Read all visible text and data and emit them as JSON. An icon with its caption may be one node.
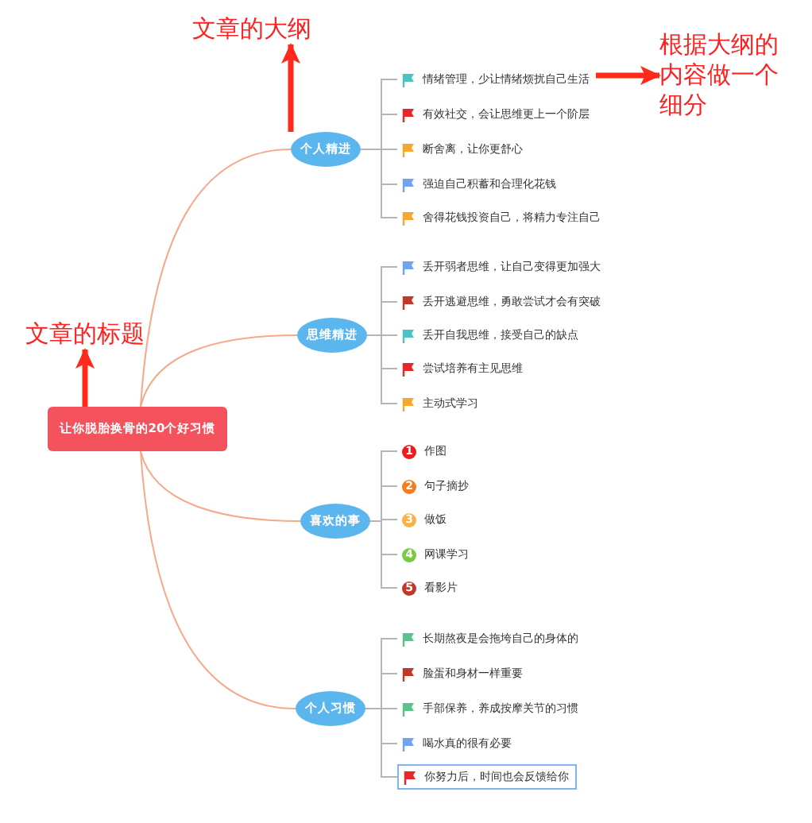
{
  "diagram": {
    "nodes": [
      {
        "text": [
          "让你脱胎换骨的20个好习惯"
        ]
      },
      {
        "text": [
          "个人精进"
        ]
      },
      {
        "text": [
          "情绪管理，少让情绪烦扰自己生活"
        ]
      },
      {
        "text": [
          "有效社交，会让思维更上一个阶层"
        ]
      },
      {
        "text": [
          "断舍离，让你更舒心"
        ]
      },
      {
        "text": [
          "强迫自己积蓄和合理化花钱"
        ]
      },
      {
        "text": [
          "舍得花钱投资自己，将精力专注自己"
        ]
      },
      {
        "text": [
          "思维精进"
        ]
      },
      {
        "text": [
          "丢开弱者思维，让自己变得更加强大"
        ]
      },
      {
        "text": [
          "丢开逃避思维，勇敢尝试才会有突破"
        ]
      },
      {
        "text": [
          "丢开自我思维，接受自己的缺点"
        ]
      },
      {
        "text": [
          "尝试培养有主见思维"
        ]
      },
      {
        "text": [
          "主动式学习"
        ]
      },
      {
        "text": [
          "喜欢的事"
        ]
      },
      {
        "text": [
          "作图"
        ]
      },
      {
        "text": [
          "句子摘抄"
        ]
      },
      {
        "text": [
          "做饭"
        ]
      },
      {
        "text": [
          "网课学习"
        ]
      },
      {
        "text": [
          "看影片"
        ]
      },
      {
        "text": [
          "个人习惯"
        ]
      },
      {
        "text": [
          "长期熬夜是会拖垮自己的身体的"
        ]
      },
      {
        "text": [
          "脸蛋和身材一样重要"
        ]
      },
      {
        "text": [
          "手部保养，养成按摩关节的习惯"
        ]
      },
      {
        "text": [
          "喝水真的很有必要"
        ]
      },
      {
        "text": [
          "你努力后，时间也会反馈给你"
        ]
      },
      {
        "text": [
          "文章的标题"
        ]
      },
      {
        "text": [
          "文章的大纲"
        ]
      },
      {
        "text": [
          "根据大纲的内容做一个细分"
        ]
      }
    ],
    "edges": [
      {
        "from": 0,
        "to": 1,
        "arrow": "none",
        "color": "#f5a88a"
      },
      {
        "from": 0,
        "to": 7,
        "arrow": "none",
        "color": "#f5a88a"
      },
      {
        "from": 0,
        "to": 13,
        "arrow": "none",
        "color": "#f5a88a"
      },
      {
        "from": 0,
        "to": 19,
        "arrow": "none",
        "color": "#f5a88a"
      },
      {
        "from": 1,
        "to": 2,
        "arrow": "none"
      },
      {
        "from": 1,
        "to": 3,
        "arrow": "none"
      },
      {
        "from": 1,
        "to": 4,
        "arrow": "none"
      },
      {
        "from": 1,
        "to": 5,
        "arrow": "none"
      },
      {
        "from": 1,
        "to": 6,
        "arrow": "none"
      },
      {
        "from": 7,
        "to": 8,
        "arrow": "none"
      },
      {
        "from": 7,
        "to": 9,
        "arrow": "none"
      },
      {
        "from": 7,
        "to": 10,
        "arrow": "none"
      },
      {
        "from": 7,
        "to": 11,
        "arrow": "none"
      },
      {
        "from": 7,
        "to": 12,
        "arrow": "none"
      },
      {
        "from": 13,
        "to": 14,
        "arrow": "none"
      },
      {
        "from": 13,
        "to": 15,
        "arrow": "none"
      },
      {
        "from": 13,
        "to": 16,
        "arrow": "none"
      },
      {
        "from": 13,
        "to": 17,
        "arrow": "none"
      },
      {
        "from": 13,
        "to": 18,
        "arrow": "none"
      },
      {
        "from": 19,
        "to": 20,
        "arrow": "none"
      },
      {
        "from": 19,
        "to": 21,
        "arrow": "none"
      },
      {
        "from": 19,
        "to": 22,
        "arrow": "none"
      },
      {
        "from": 19,
        "to": 23,
        "arrow": "none"
      },
      {
        "from": 19,
        "to": 24,
        "arrow": "none"
      },
      {
        "from": 0,
        "to": 25,
        "arrow": "to",
        "style": "thick",
        "color": "#ff2a1a"
      },
      {
        "from": 1,
        "to": 26,
        "arrow": "to",
        "style": "thick",
        "color": "#ff2a1a"
      },
      {
        "from": 2,
        "to": 27,
        "arrow": "to",
        "style": "thick",
        "color": "#ff2a1a"
      }
    ],
    "labels": [
      "1",
      "2",
      "3",
      "4",
      "5"
    ]
  }
}
